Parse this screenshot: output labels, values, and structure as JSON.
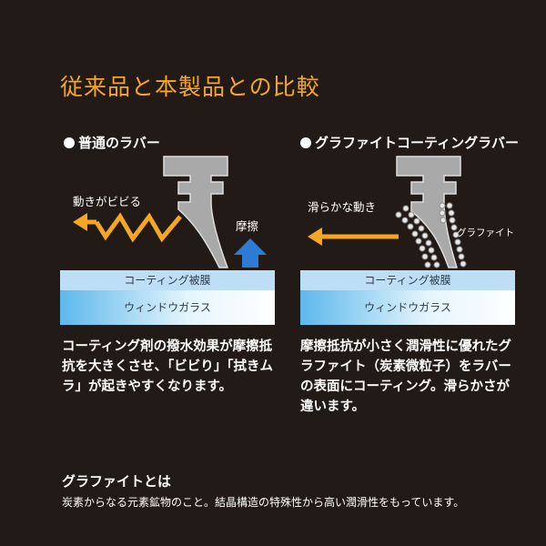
{
  "title": "従来品と本製品との比較",
  "left": {
    "heading": "普通のラバー",
    "motion_label": "動きがビビる",
    "friction_label": "摩擦",
    "coating_label": "コーティング被膜",
    "glass_label": "ウィンドウガラス",
    "description": "コーティング剤の撥水効果が摩擦抵抗を大きくさせ、「ビビり」「拭きムラ」が起きやすくなります。"
  },
  "right": {
    "heading": "グラファイトコーティングラバー",
    "motion_label": "滑らかな動き",
    "graphite_label": "グラファイト",
    "coating_label": "コーティング被膜",
    "glass_label": "ウィンドウガラス",
    "description": "摩擦抵抗が小さく潤滑性に優れたグラファイト（炭素微粒子）をラバーの表面にコーティング。滑らかさが違います。"
  },
  "footer": {
    "title": "グラファイトとは",
    "text": "炭素からなる元素鉱物のこと。結晶構造の特殊性から高い潤滑性をもっています。"
  },
  "colors": {
    "background": "#221a16",
    "title": "#f5a623",
    "arrow_orange": "#f5a623",
    "arrow_blue": "#2e7bd6",
    "rubber": "#a9a9a9"
  }
}
